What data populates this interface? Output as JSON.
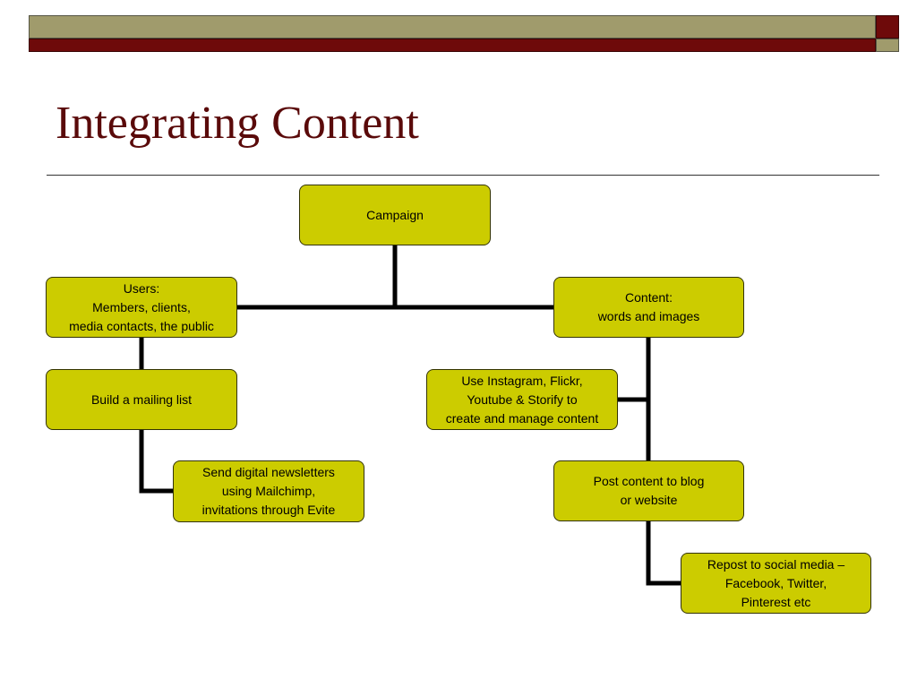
{
  "slide": {
    "title": "Integrating Content"
  },
  "diagram": {
    "nodes": [
      {
        "id": "campaign",
        "text": "Campaign"
      },
      {
        "id": "users",
        "text": "Users:\nMembers, clients,\nmedia contacts, the public"
      },
      {
        "id": "content",
        "text": "Content:\nwords and images"
      },
      {
        "id": "mailing",
        "text": "Build a mailing list"
      },
      {
        "id": "instagram",
        "text": "Use Instagram, Flickr,\nYoutube & Storify to\ncreate and manage content"
      },
      {
        "id": "newsletter",
        "text": "Send digital newsletters\nusing Mailchimp,\ninvitations through Evite"
      },
      {
        "id": "blog",
        "text": "Post content to blog\nor website"
      },
      {
        "id": "repost",
        "text": "Repost to social media –\nFacebook, Twitter,\nPinterest etc"
      }
    ],
    "edges": [
      {
        "from": "campaign",
        "to": "users"
      },
      {
        "from": "campaign",
        "to": "content"
      },
      {
        "from": "users",
        "to": "mailing"
      },
      {
        "from": "mailing",
        "to": "newsletter"
      },
      {
        "from": "content",
        "to": "instagram"
      },
      {
        "from": "content",
        "to": "blog"
      },
      {
        "from": "blog",
        "to": "repost"
      }
    ]
  },
  "colors": {
    "node_fill": "#cccc00",
    "title": "#5a0a0a",
    "bar_olive": "#a09b6c",
    "bar_maroon": "#6e0a0a"
  }
}
